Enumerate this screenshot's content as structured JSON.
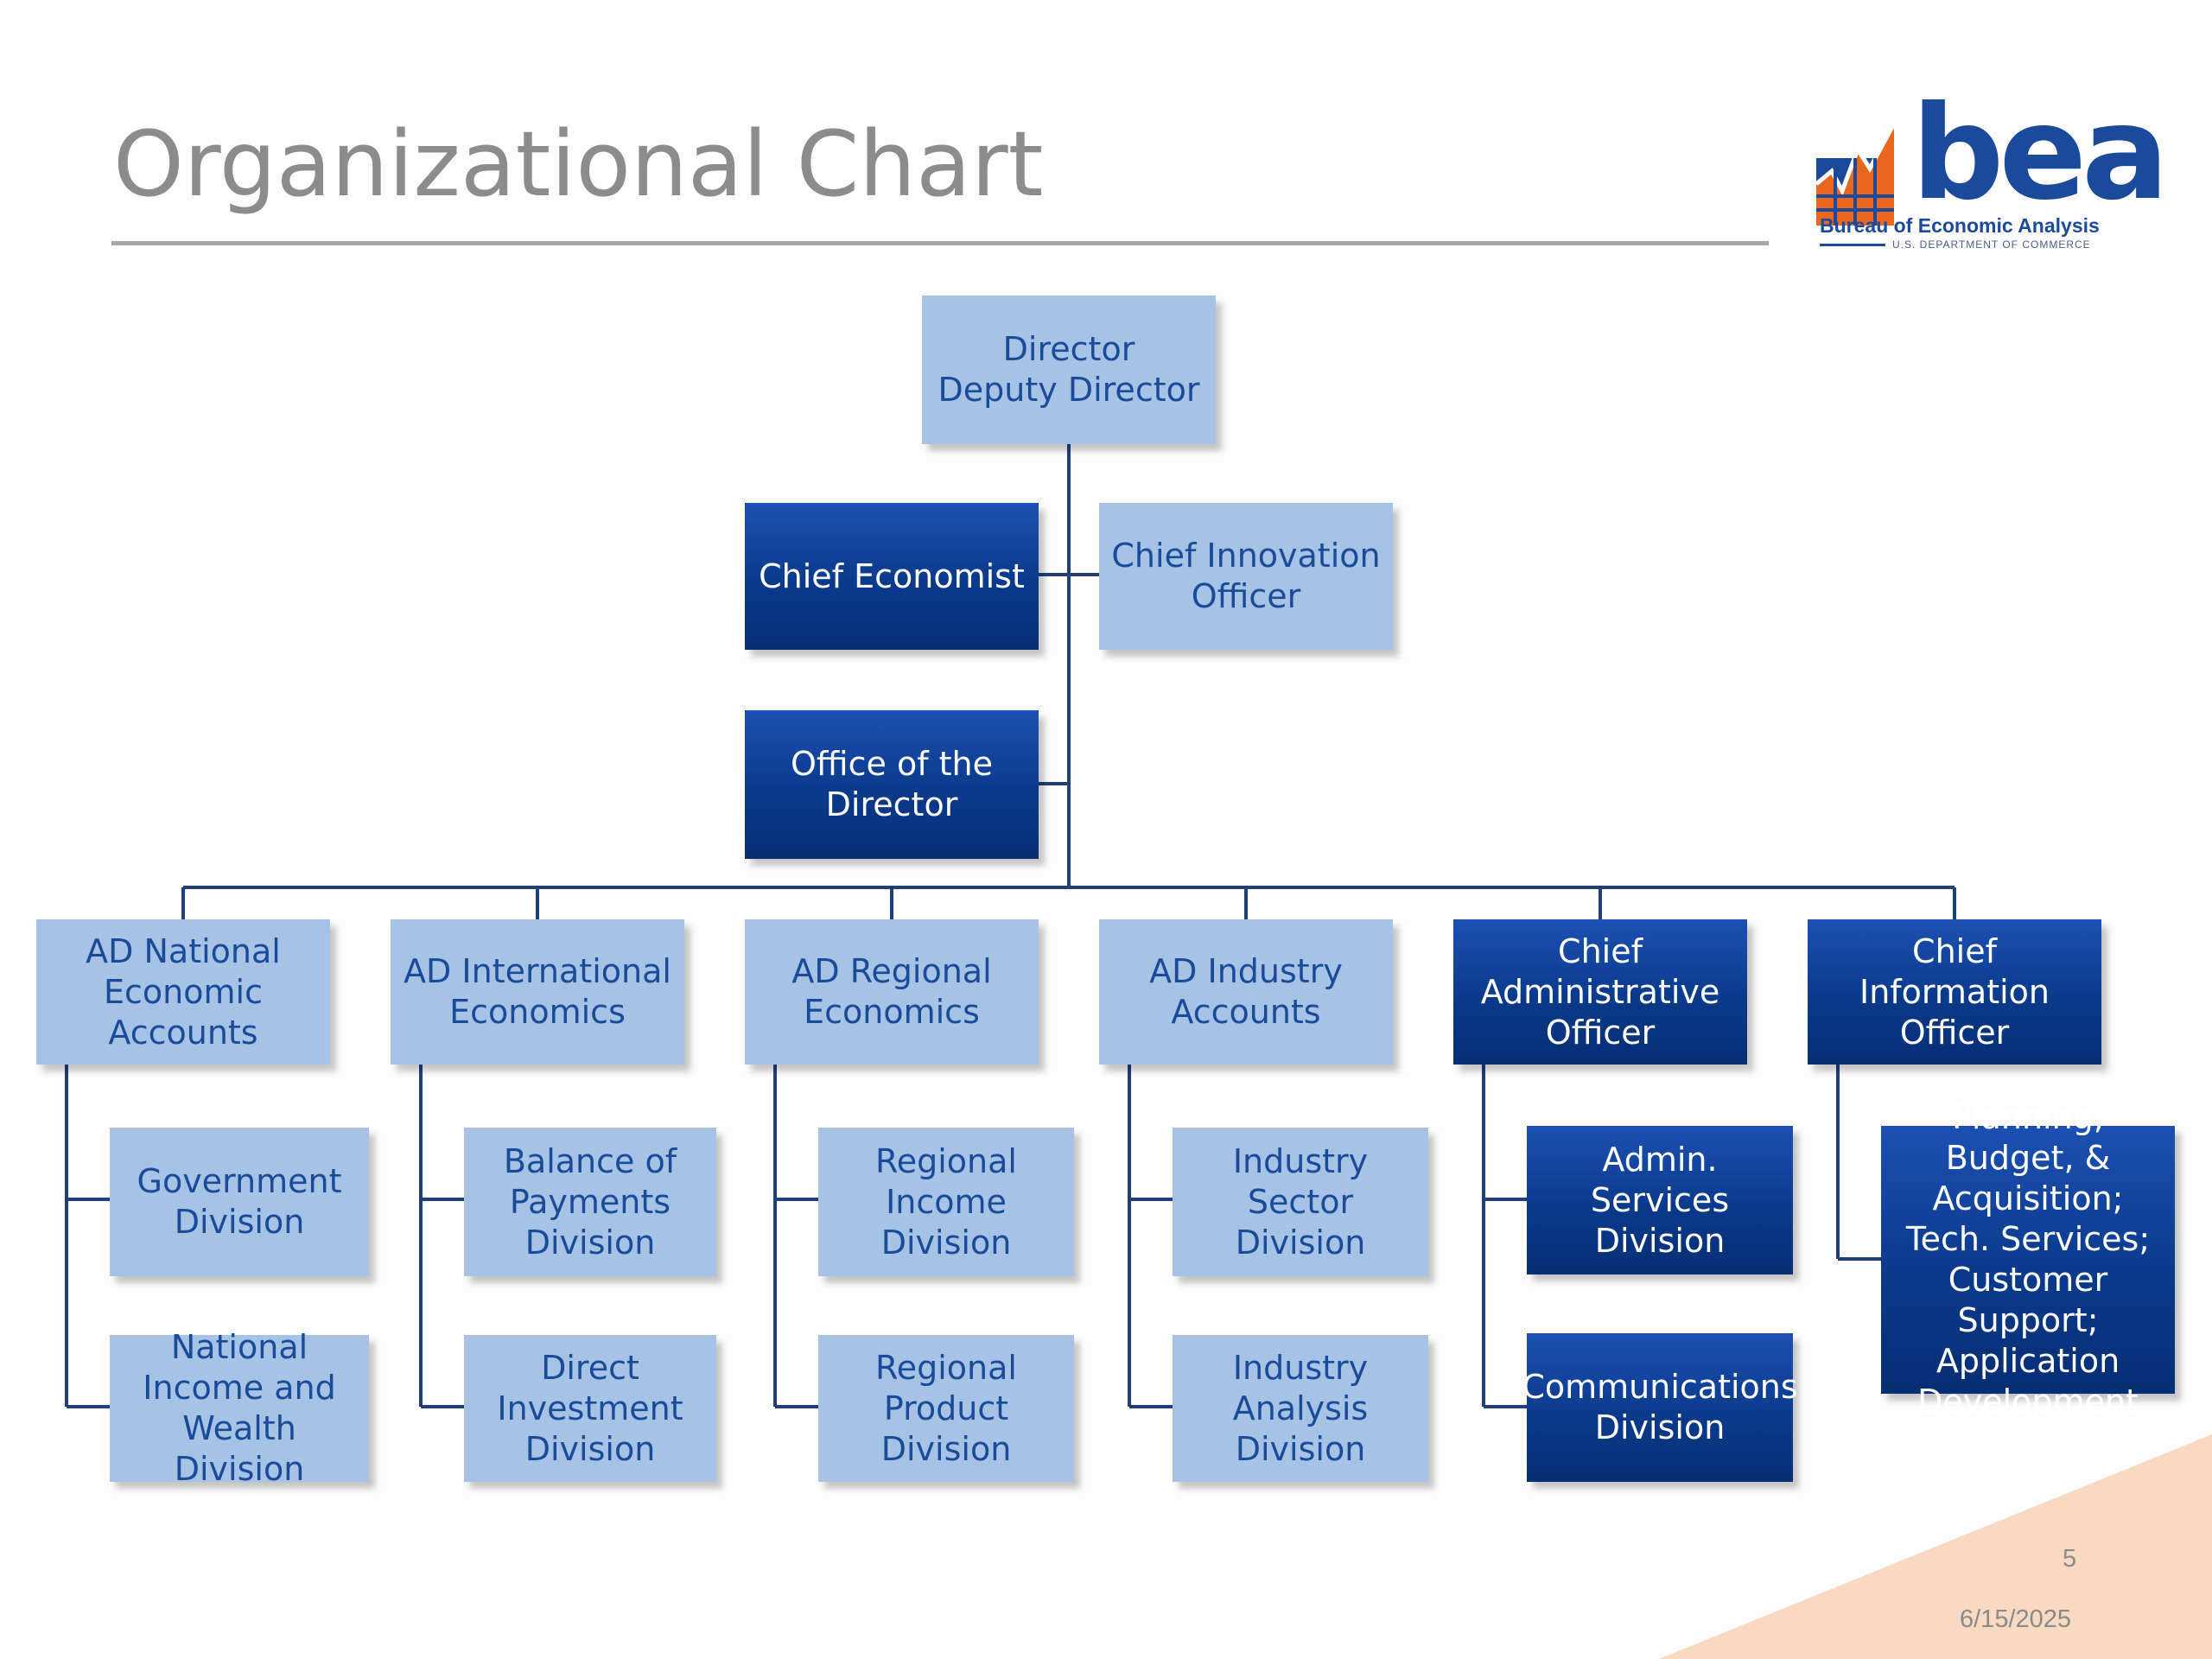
{
  "title": "Organizational Chart",
  "logo": {
    "wordmark": "bea",
    "name_line": "Bureau of Economic Analysis",
    "dept_line": "U.S. DEPARTMENT OF COMMERCE",
    "colors": {
      "blue": "#1b4a9d",
      "orange": "#e8671c"
    }
  },
  "colors": {
    "light_box": "#a6c3e6",
    "light_text": "#1a4a9a",
    "dark_box": "#0b3a8c",
    "connector": "#1f3f7a",
    "corner": "#fad9c2"
  },
  "org": {
    "top": "Director\nDeputy Director",
    "staff_left": "Chief Economist",
    "staff_right": "Chief Innovation Officer",
    "office": "Office of the Director",
    "branches": [
      {
        "label": "AD National Economic Accounts",
        "divisions": [
          "Government Division",
          "National Income and Wealth Division"
        ]
      },
      {
        "label": "AD International Economics",
        "divisions": [
          "Balance of Payments Division",
          "Direct Investment Division"
        ]
      },
      {
        "label": "AD Regional Economics",
        "divisions": [
          "Regional Income Division",
          "Regional Product Division"
        ]
      },
      {
        "label": "AD Industry Accounts",
        "divisions": [
          "Industry Sector Division",
          "Industry Analysis Division"
        ]
      },
      {
        "label": "Chief Administrative Officer",
        "divisions": [
          "Admin. Services Division",
          "Communications Division"
        ]
      },
      {
        "label": "Chief Information Officer",
        "divisions": [
          "Planning, Budget, & Acquisition; Tech. Services; Customer Support; Application Development"
        ]
      }
    ]
  },
  "footer": {
    "page_number": "5",
    "date": "6/15/2025"
  }
}
